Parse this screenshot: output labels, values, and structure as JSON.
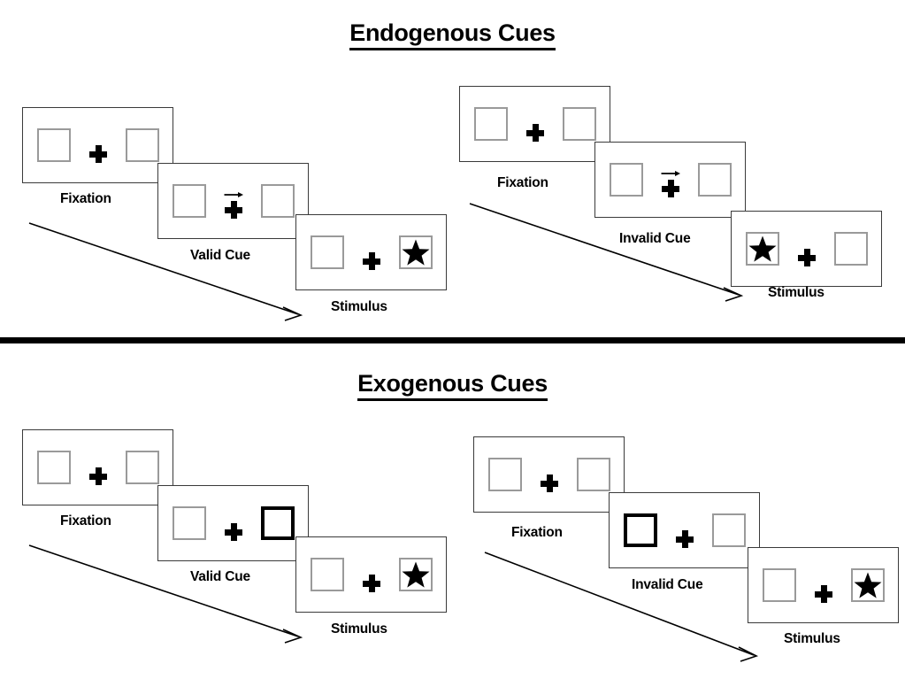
{
  "figure": {
    "sections": [
      {
        "id": "endogenous",
        "title": "Endogenous Cues",
        "groups": [
          {
            "id": "endogenous-valid",
            "panels": [
              {
                "id": "endo-valid-fixation",
                "caption": "Fixation",
                "cue_type": "none",
                "cue_side": "none",
                "left_box": "empty",
                "right_box": "empty",
                "center": "plus"
              },
              {
                "id": "endo-valid-cue",
                "caption": "Valid Cue",
                "cue_type": "arrow",
                "cue_side": "right",
                "left_box": "empty",
                "right_box": "empty",
                "center": "arrow-plus"
              },
              {
                "id": "endo-valid-stimulus",
                "caption": "Stimulus",
                "cue_type": "none",
                "cue_side": "none",
                "left_box": "empty",
                "right_box": "star",
                "center": "plus"
              }
            ]
          },
          {
            "id": "endogenous-invalid",
            "panels": [
              {
                "id": "endo-invalid-fixation",
                "caption": "Fixation",
                "cue_type": "none",
                "cue_side": "none",
                "left_box": "empty",
                "right_box": "empty",
                "center": "plus"
              },
              {
                "id": "endo-invalid-cue",
                "caption": "Invalid Cue",
                "cue_type": "arrow",
                "cue_side": "right",
                "left_box": "empty",
                "right_box": "empty",
                "center": "arrow-plus"
              },
              {
                "id": "endo-invalid-stimulus",
                "caption": "Stimulus",
                "cue_type": "none",
                "cue_side": "none",
                "left_box": "star",
                "right_box": "empty",
                "center": "plus"
              }
            ]
          }
        ]
      },
      {
        "id": "exogenous",
        "title": "Exogenous Cues",
        "groups": [
          {
            "id": "exogenous-valid",
            "panels": [
              {
                "id": "exo-valid-fixation",
                "caption": "Fixation",
                "cue_type": "none",
                "cue_side": "none",
                "left_box": "empty",
                "right_box": "empty",
                "center": "plus"
              },
              {
                "id": "exo-valid-cue",
                "caption": "Valid Cue",
                "cue_type": "box-highlight",
                "cue_side": "right",
                "left_box": "empty",
                "right_box": "highlighted",
                "center": "plus"
              },
              {
                "id": "exo-valid-stimulus",
                "caption": "Stimulus",
                "cue_type": "none",
                "cue_side": "none",
                "left_box": "empty",
                "right_box": "star",
                "center": "plus"
              }
            ]
          },
          {
            "id": "exogenous-invalid",
            "panels": [
              {
                "id": "exo-invalid-fixation",
                "caption": "Fixation",
                "cue_type": "none",
                "cue_side": "none",
                "left_box": "empty",
                "right_box": "empty",
                "center": "plus"
              },
              {
                "id": "exo-invalid-cue",
                "caption": "Invalid Cue",
                "cue_type": "box-highlight",
                "cue_side": "left",
                "left_box": "highlighted",
                "right_box": "empty",
                "center": "plus"
              },
              {
                "id": "exo-invalid-stimulus",
                "caption": "Stimulus",
                "cue_type": "none",
                "cue_side": "none",
                "left_box": "empty",
                "right_box": "star",
                "center": "plus"
              }
            ]
          }
        ]
      }
    ],
    "flow_arrow_count": 4,
    "colors": {
      "background": "#ffffff",
      "ink": "#000000",
      "panel_border": "#3a3a3a",
      "placeholder_border": "#9a9a9a",
      "cue_border": "#000000"
    }
  }
}
